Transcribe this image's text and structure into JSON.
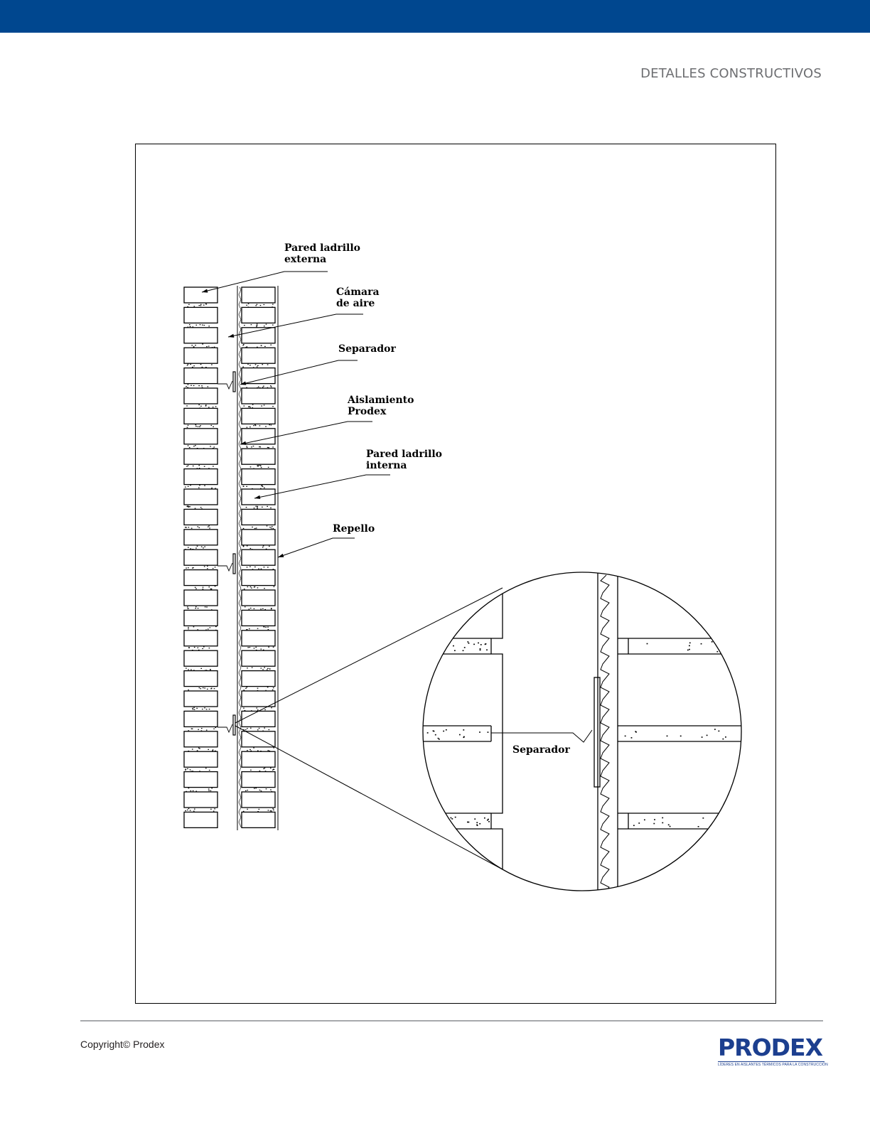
{
  "header": {
    "band_color": "#00478f",
    "section_title": "DETALLES CONSTRUCTIVOS"
  },
  "drawing": {
    "labels": {
      "pared_externa_1": "Pared ladrillo",
      "pared_externa_2": "externa",
      "camara_1": "Cámara",
      "camara_2": "de aire",
      "separador": "Separador",
      "aislamiento_1": "Aislamiento",
      "aislamiento_2": "Prodex",
      "pared_interna_1": "Pared ladrillo",
      "pared_interna_2": "interna",
      "repello": "Repello",
      "detalle_separador": "Separador"
    }
  },
  "footer": {
    "copyright": "Copyright© Prodex",
    "logo_text": "PRODEX",
    "logo_tagline": "LÍDERES EN AISLANTES TÉRMICOS PARA LA CONSTRUCCIÓN",
    "logo_color": "#1c3f8f"
  }
}
